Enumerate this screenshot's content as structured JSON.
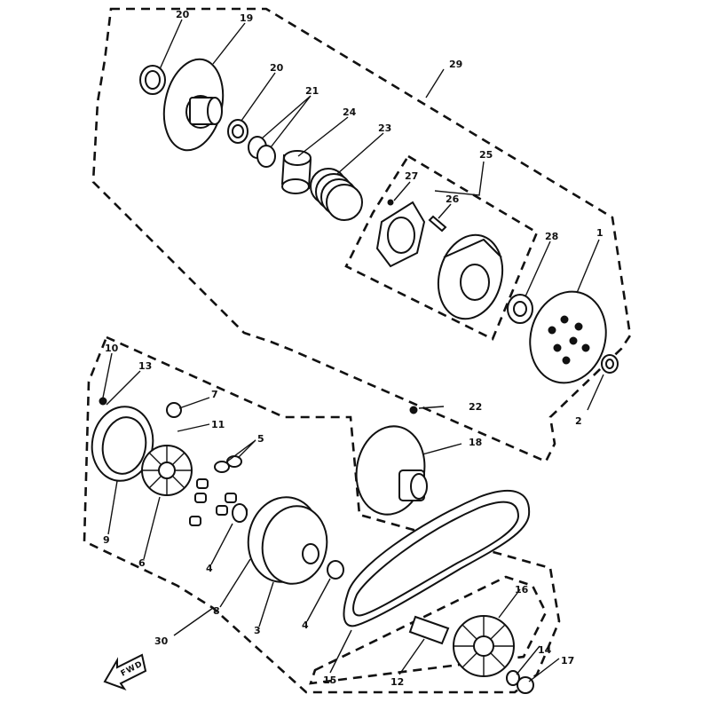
{
  "colors": {
    "ink": "#111111",
    "paper": "#ffffff"
  },
  "front_arrow": {
    "label": "FWD",
    "icon": "arrow-icon"
  },
  "callouts": {
    "c1": "1",
    "c2": "2",
    "c3": "3",
    "c4a": "4",
    "c4b": "4",
    "c5": "5",
    "c6": "6",
    "c7": "7",
    "c8": "8",
    "c9": "9",
    "c10": "10",
    "c11": "11",
    "c12": "12",
    "c13": "13",
    "c14": "14",
    "c15": "15",
    "c16": "16",
    "c17": "17",
    "c18": "18",
    "c19": "19",
    "c20a": "20",
    "c20b": "20",
    "c21": "21",
    "c22": "22",
    "c23": "23",
    "c24": "24",
    "c25": "25",
    "c26": "26",
    "c27": "27",
    "c28": "28",
    "c29": "29",
    "c30": "30"
  }
}
